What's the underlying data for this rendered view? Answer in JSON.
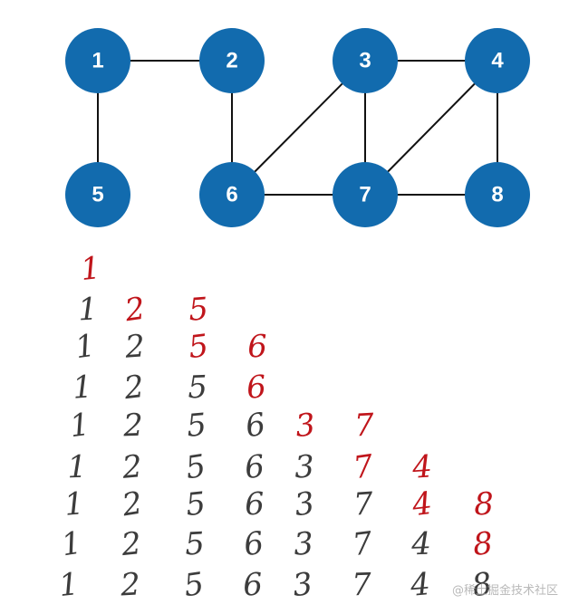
{
  "graph": {
    "node_color": "#126bae",
    "node_text_color": "#ffffff",
    "edge_color": "#111111",
    "nodes": [
      {
        "id": "1",
        "label": "1"
      },
      {
        "id": "2",
        "label": "2"
      },
      {
        "id": "3",
        "label": "3"
      },
      {
        "id": "4",
        "label": "4"
      },
      {
        "id": "5",
        "label": "5"
      },
      {
        "id": "6",
        "label": "6"
      },
      {
        "id": "7",
        "label": "7"
      },
      {
        "id": "8",
        "label": "8"
      }
    ],
    "edges": [
      [
        "1",
        "2"
      ],
      [
        "1",
        "5"
      ],
      [
        "2",
        "6"
      ],
      [
        "3",
        "4"
      ],
      [
        "3",
        "6"
      ],
      [
        "3",
        "7"
      ],
      [
        "4",
        "7"
      ],
      [
        "4",
        "8"
      ],
      [
        "6",
        "7"
      ],
      [
        "7",
        "8"
      ]
    ]
  },
  "trace": {
    "colors": {
      "new": "#c0151b",
      "old": "#3c3c3c"
    },
    "rows": [
      [
        {
          "t": "1",
          "s": "new"
        }
      ],
      [
        {
          "t": "1",
          "s": "old"
        },
        {
          "t": "2",
          "s": "new"
        },
        {
          "t": "5",
          "s": "new"
        }
      ],
      [
        {
          "t": "1",
          "s": "old"
        },
        {
          "t": "2",
          "s": "old"
        },
        {
          "t": "5",
          "s": "new"
        },
        {
          "t": "6",
          "s": "new"
        }
      ],
      [
        {
          "t": "1",
          "s": "old"
        },
        {
          "t": "2",
          "s": "old"
        },
        {
          "t": "5",
          "s": "old"
        },
        {
          "t": "6",
          "s": "new"
        }
      ],
      [
        {
          "t": "1",
          "s": "old"
        },
        {
          "t": "2",
          "s": "old"
        },
        {
          "t": "5",
          "s": "old"
        },
        {
          "t": "6",
          "s": "old"
        },
        {
          "t": "3",
          "s": "new"
        },
        {
          "t": "7",
          "s": "new"
        }
      ],
      [
        {
          "t": "1",
          "s": "old"
        },
        {
          "t": "2",
          "s": "old"
        },
        {
          "t": "5",
          "s": "old"
        },
        {
          "t": "6",
          "s": "old"
        },
        {
          "t": "3",
          "s": "old"
        },
        {
          "t": "7",
          "s": "new"
        },
        {
          "t": "4",
          "s": "new"
        }
      ],
      [
        {
          "t": "1",
          "s": "old"
        },
        {
          "t": "2",
          "s": "old"
        },
        {
          "t": "5",
          "s": "old"
        },
        {
          "t": "6",
          "s": "old"
        },
        {
          "t": "3",
          "s": "old"
        },
        {
          "t": "7",
          "s": "old"
        },
        {
          "t": "4",
          "s": "new"
        },
        {
          "t": "8",
          "s": "new"
        }
      ],
      [
        {
          "t": "1",
          "s": "old"
        },
        {
          "t": "2",
          "s": "old"
        },
        {
          "t": "5",
          "s": "old"
        },
        {
          "t": "6",
          "s": "old"
        },
        {
          "t": "3",
          "s": "old"
        },
        {
          "t": "7",
          "s": "old"
        },
        {
          "t": "4",
          "s": "old"
        },
        {
          "t": "8",
          "s": "new"
        }
      ],
      [
        {
          "t": "1",
          "s": "old"
        },
        {
          "t": "2",
          "s": "old"
        },
        {
          "t": "5",
          "s": "old"
        },
        {
          "t": "6",
          "s": "old"
        },
        {
          "t": "3",
          "s": "old"
        },
        {
          "t": "7",
          "s": "old"
        },
        {
          "t": "4",
          "s": "old"
        },
        {
          "t": "8",
          "s": "old"
        }
      ]
    ]
  },
  "watermark": "@稀土掘金技术社区"
}
